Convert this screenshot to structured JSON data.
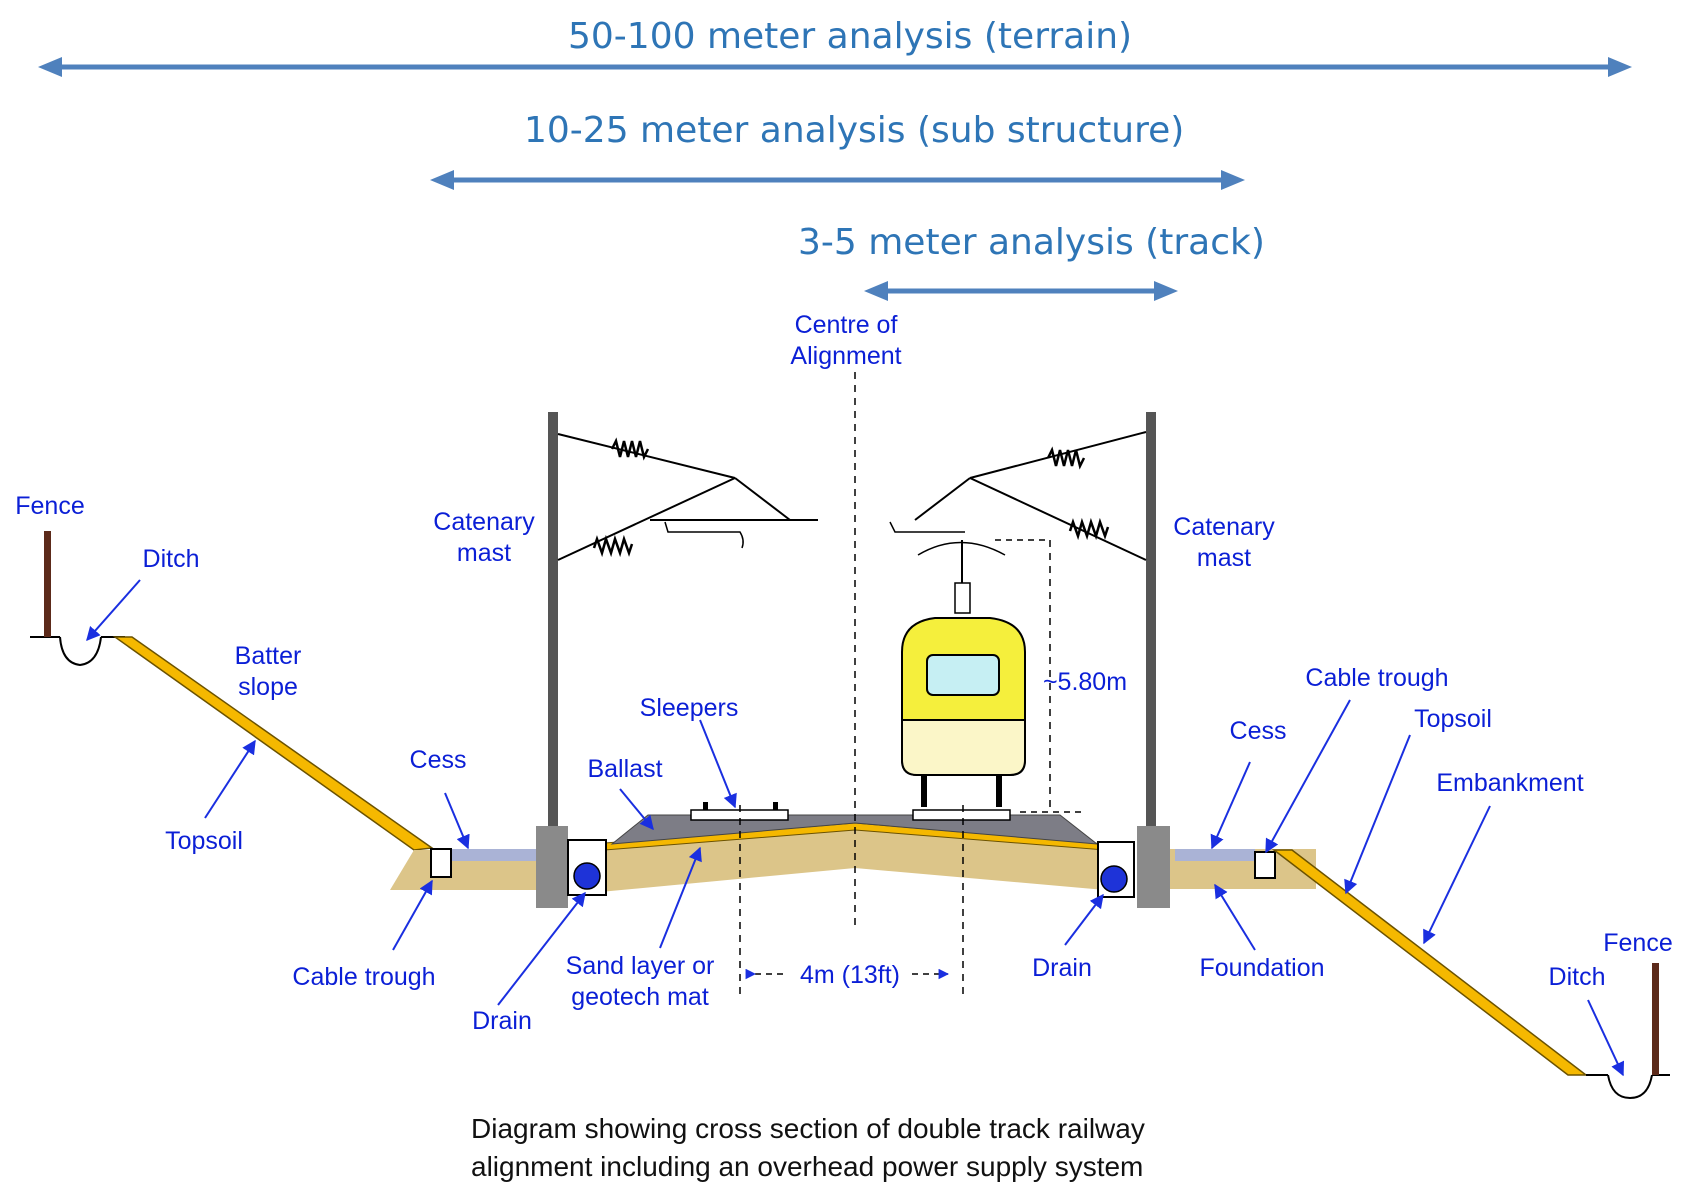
{
  "analysis_ranges": {
    "terrain": "50-100 meter analysis (terrain)",
    "sub_structure": "10-25 meter analysis (sub structure)",
    "track": "3-5 meter analysis (track)"
  },
  "labels": {
    "centre_of_alignment": [
      "Centre of",
      "Alignment"
    ],
    "catenary_mast_left": [
      "Catenary",
      "mast"
    ],
    "catenary_mast_right": [
      "Catenary",
      "mast"
    ],
    "fence_left": "Fence",
    "ditch_left": "Ditch",
    "batter_slope": [
      "Batter",
      "slope"
    ],
    "topsoil_left": "Topsoil",
    "cess_left": "Cess",
    "cable_trough_left": "Cable trough",
    "drain_left": "Drain",
    "ballast": "Ballast",
    "sleepers": "Sleepers",
    "sand_layer": [
      "Sand layer or",
      "geotech mat"
    ],
    "track_gauge": "4m (13ft)",
    "height": "~5.80m",
    "drain_right": "Drain",
    "foundation": "Foundation",
    "cess_right": "Cess",
    "cable_trough_right": "Cable trough",
    "topsoil_right": "Topsoil",
    "embankment": "Embankment",
    "fence_right": "Fence",
    "ditch_right": "Ditch"
  },
  "caption": [
    "Diagram showing cross section of double track railway",
    "alignment including an overhead power supply system"
  ],
  "colors": {
    "range_arrow": "#4f81bd",
    "range_text": "#2e75b6",
    "label_text": "#0b1fd6",
    "pointer_arrow": "#1a2fe0",
    "topsoil": "#f5b800",
    "foundation": "#dcc589",
    "ballast": "#7d7d86",
    "cess": "#aab3d6",
    "mast": "#8a8a8a",
    "drain": "#1e33d8",
    "train_body": "#f5ef3c",
    "train_lower": "#fbf6c8",
    "train_window": "#c6eff3",
    "fence": "#5c2a1a"
  }
}
